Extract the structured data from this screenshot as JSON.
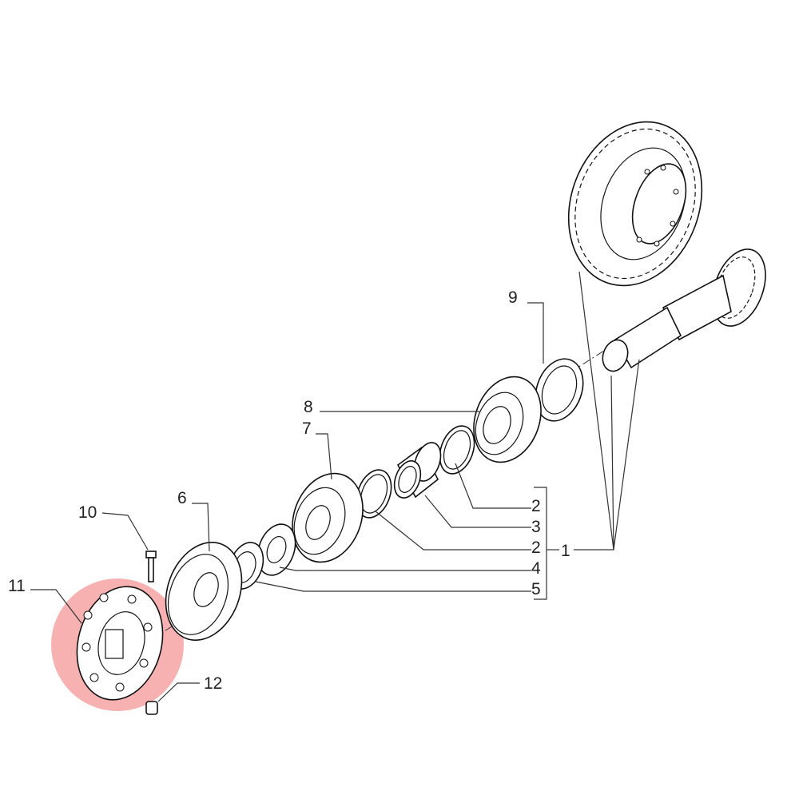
{
  "diagram": {
    "type": "exploded-parts-view",
    "callouts": {
      "p1": "1",
      "p2a": "2",
      "p3": "3",
      "p2b": "2",
      "p4": "4",
      "p5": "5",
      "p6": "6",
      "p7": "7",
      "p8": "8",
      "p9": "9",
      "p10": "10",
      "p11": "11",
      "p12": "12"
    },
    "highlight": {
      "part": "11",
      "color": "#f7a3a3"
    }
  }
}
